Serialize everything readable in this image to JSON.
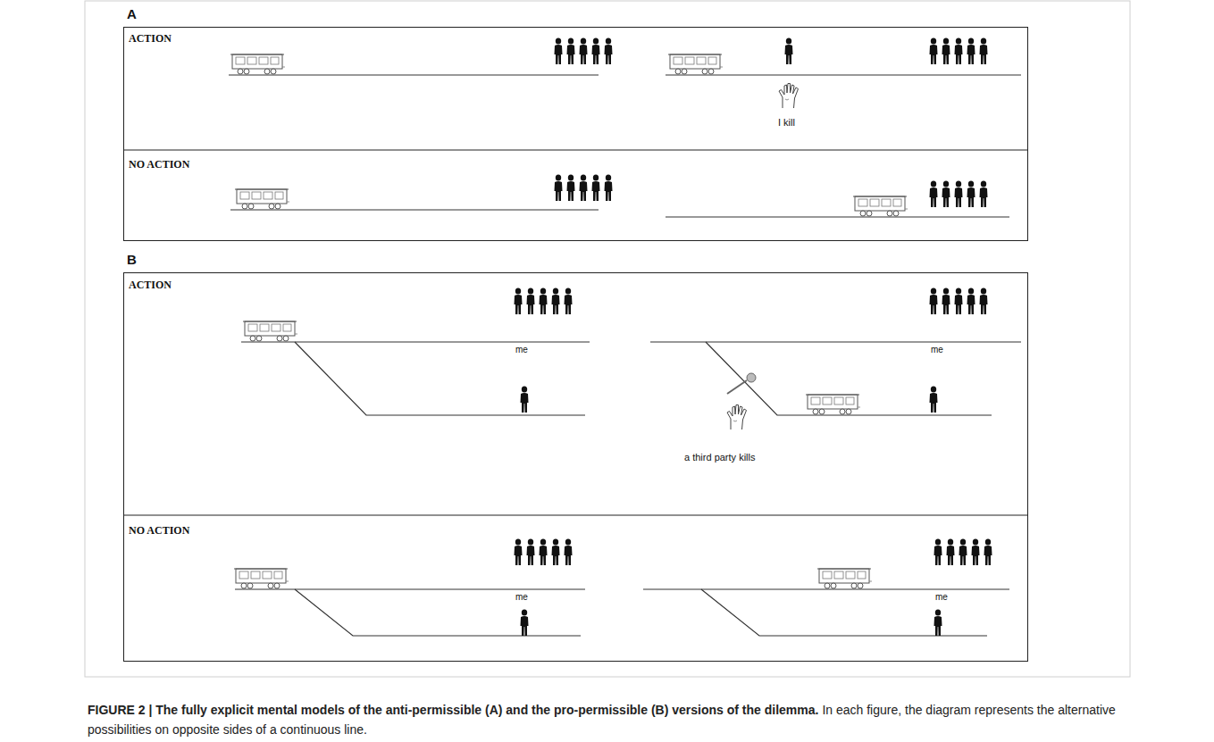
{
  "diagram": {
    "caption": "FIGURE 2 | The fully explicit mental models of the anti-permissible (A) and the pro-permissible (B) versions of the dilemma.",
    "nodes": [
      {
        "text": [
          "A",
          "ACTION",
          "I kill",
          "NO ACTION"
        ]
      },
      {
        "text": [
          "B",
          "ACTION",
          "me",
          "me",
          "a third party kills",
          "NO ACTION",
          "me",
          "me"
        ]
      }
    ],
    "labels": [
      "In each figure, the diagram represents the alternative possibilities on opposite sides of a continuous line."
    ]
  }
}
